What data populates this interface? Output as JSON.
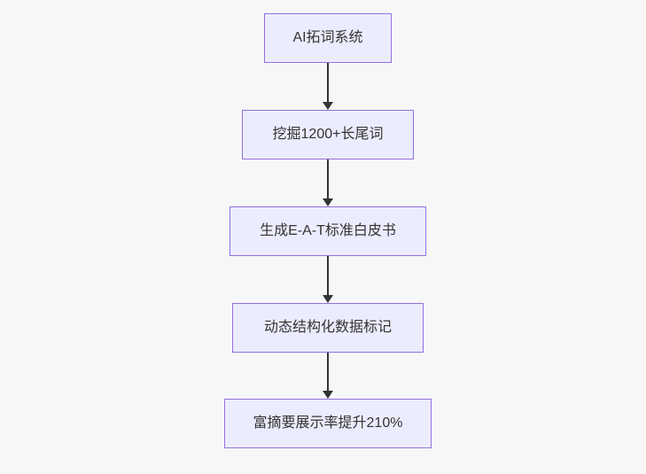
{
  "page": {
    "background_color": "#f7f7f7"
  },
  "flowchart": {
    "type": "flowchart",
    "direction": "top-down",
    "style": {
      "node_fill": "#ECECFF",
      "node_border": "#9370DB",
      "node_text_color": "#333333",
      "arrow_color": "#333333"
    },
    "nodes": [
      {
        "label": "AI拓词系统"
      },
      {
        "label": "挖掘1200+长尾词"
      },
      {
        "label": "生成E-A-T标准白皮书"
      },
      {
        "label": "动态结构化数据标记"
      },
      {
        "label": "富摘要展示率提升210%"
      }
    ],
    "edges": [
      {
        "from": 0,
        "to": 1
      },
      {
        "from": 1,
        "to": 2
      },
      {
        "from": 2,
        "to": 3
      },
      {
        "from": 3,
        "to": 4
      }
    ]
  }
}
